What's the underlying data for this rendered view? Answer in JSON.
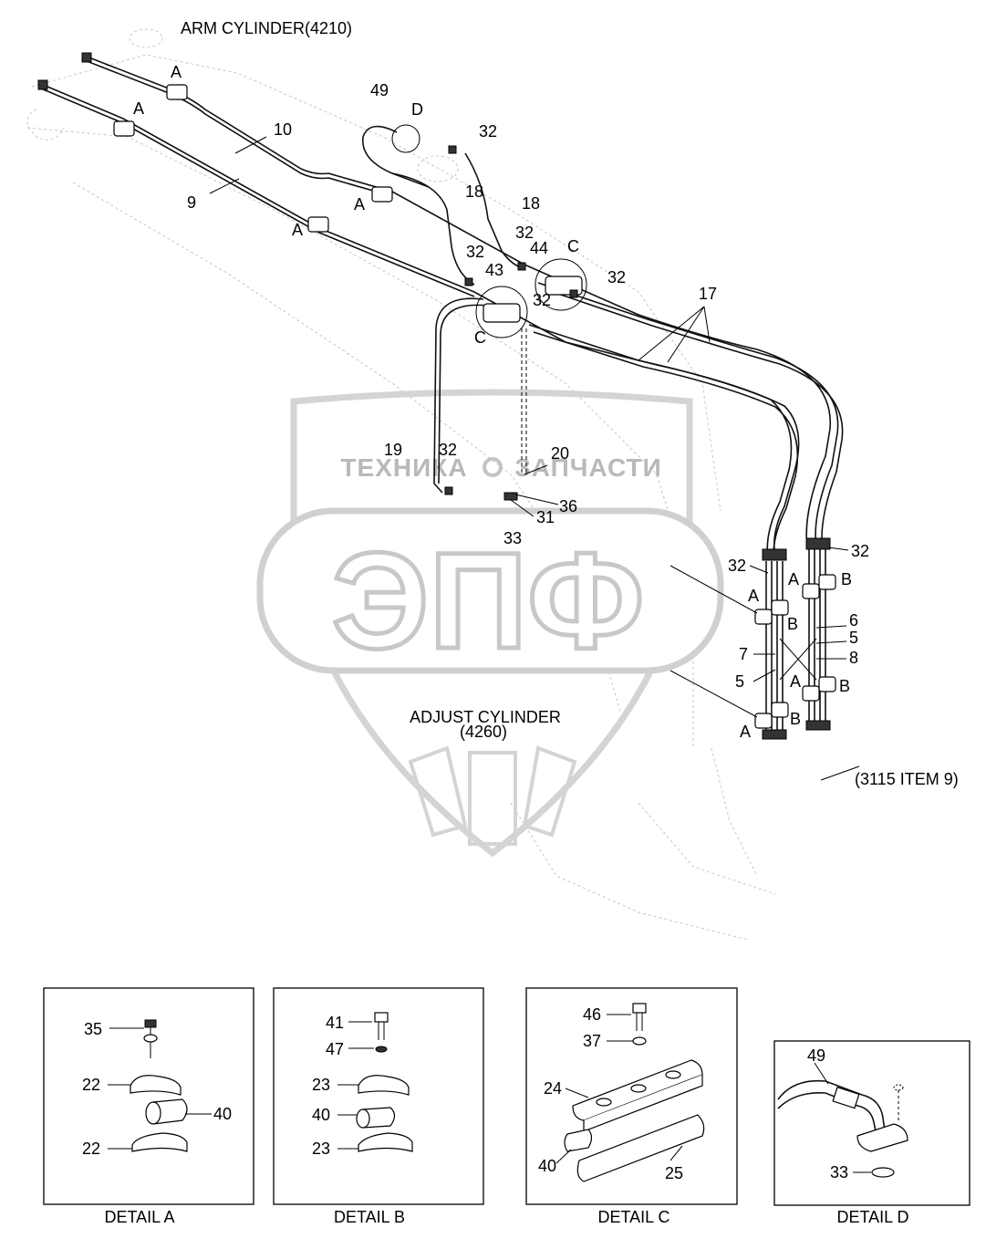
{
  "labels": {
    "arm_cylinder": "ARM CYLINDER(4210)",
    "adjust_cylinder_line1": "ADJUST CYLINDER",
    "adjust_cylinder_line2": "(4260)",
    "item_ref": "(3115 ITEM 9)"
  },
  "watermark": {
    "brand_left": "ТЕХНИКА",
    "brand_right": "ЗАПЧАСТИ",
    "logo": "ЭПФ"
  },
  "callouts": {
    "a1": "A",
    "a2": "A",
    "a3": "A",
    "a4": "A",
    "n10": "10",
    "n9": "9",
    "n49": "49",
    "d_top": "D",
    "n32_1": "32",
    "n18_1": "18",
    "n18_2": "18",
    "n32_2": "32",
    "n44": "44",
    "c_top": "C",
    "n32_3": "32",
    "n43": "43",
    "n32_4": "32",
    "n32_5": "32",
    "c_mid": "C",
    "n17": "17",
    "n19": "19",
    "n32_6": "32",
    "n20": "20",
    "n36": "36",
    "n31": "31",
    "n33": "33",
    "n32_7": "32",
    "n32_8": "32",
    "a_r1": "A",
    "b_r1": "B",
    "a_r2": "A",
    "b_r2": "B",
    "n6": "6",
    "n5a": "5",
    "n8": "8",
    "n7": "7",
    "n5b": "5",
    "a_r3": "A",
    "b_r3": "B",
    "a_r4": "A",
    "b_r4": "B"
  },
  "details": {
    "a": {
      "caption": "DETAIL A",
      "n35": "35",
      "n22a": "22",
      "n40": "40",
      "n22b": "22"
    },
    "b": {
      "caption": "DETAIL B",
      "n41": "41",
      "n47": "47",
      "n23a": "23",
      "n40": "40",
      "n23b": "23"
    },
    "c": {
      "caption": "DETAIL C",
      "n46": "46",
      "n37": "37",
      "n24": "24",
      "n40": "40",
      "n25": "25"
    },
    "d": {
      "caption": "DETAIL D",
      "n49": "49",
      "n33": "33"
    }
  }
}
